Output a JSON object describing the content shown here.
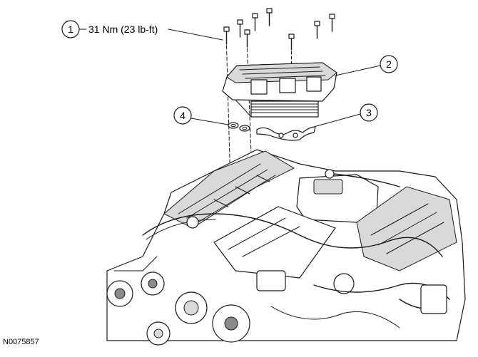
{
  "figure_id": "N0075857",
  "callouts": [
    {
      "number": "1",
      "text": "31 Nm (23 lb-ft)"
    },
    {
      "number": "2",
      "text": ""
    },
    {
      "number": "3",
      "text": ""
    },
    {
      "number": "4",
      "text": ""
    }
  ],
  "colors": {
    "line": "#1a1a1a",
    "background": "#ffffff",
    "shade": "#d9d9d9"
  }
}
